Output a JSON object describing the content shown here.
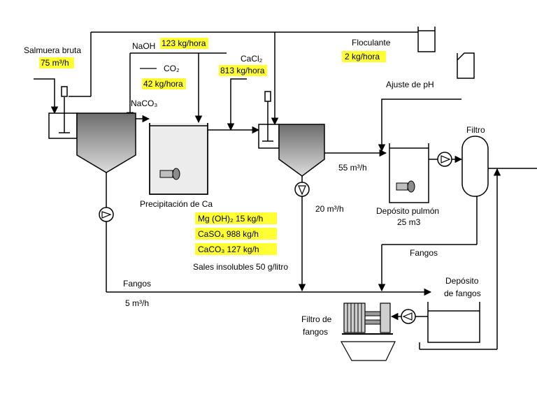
{
  "labels": {
    "salmuera_bruta": "Salmuera bruta",
    "salmuera_flow": "75 m³/h",
    "naoh": "NaOH",
    "naoh_flow": "123 kg/hora",
    "co2": "CO₂",
    "co2_flow": "42 kg/hora",
    "naco3": "NaCO₃",
    "cacl2": "CaCl₂",
    "cacl2_flow": "813 kg/hora",
    "floculante": "Floculante",
    "floculante_flow": "2 kg/hora",
    "ajuste_ph": "Ajuste de pH",
    "filtro": "Filtro",
    "flow_55": "55 m³/h",
    "flow_20": "20 m³/h",
    "precipitacion": "Precipitación de Ca",
    "deposito_pulmon": "Depósito pulmón",
    "deposito_pulmon_vol": "25 m3",
    "mgoh2": "Mg (OH)₂  15  kg/h",
    "caso4": "CaSO₄    988  kg/h",
    "caco3": "CaCO₃    127  kg/h",
    "sales_insolubles": "Sales insolubles 50 g/litro",
    "fangos_left": "Fangos",
    "flow_5": "5 m³/h",
    "fangos_right": "Fangos",
    "deposito_fangos_1": "Depósito",
    "deposito_fangos_2": "de fangos",
    "filtro_fangos_1": "Filtro de",
    "filtro_fangos_2": "fangos"
  },
  "colors": {
    "highlight": "#ffff33",
    "settler_dark": "#6d6d6d",
    "settler_light": "#d9d9d9"
  }
}
